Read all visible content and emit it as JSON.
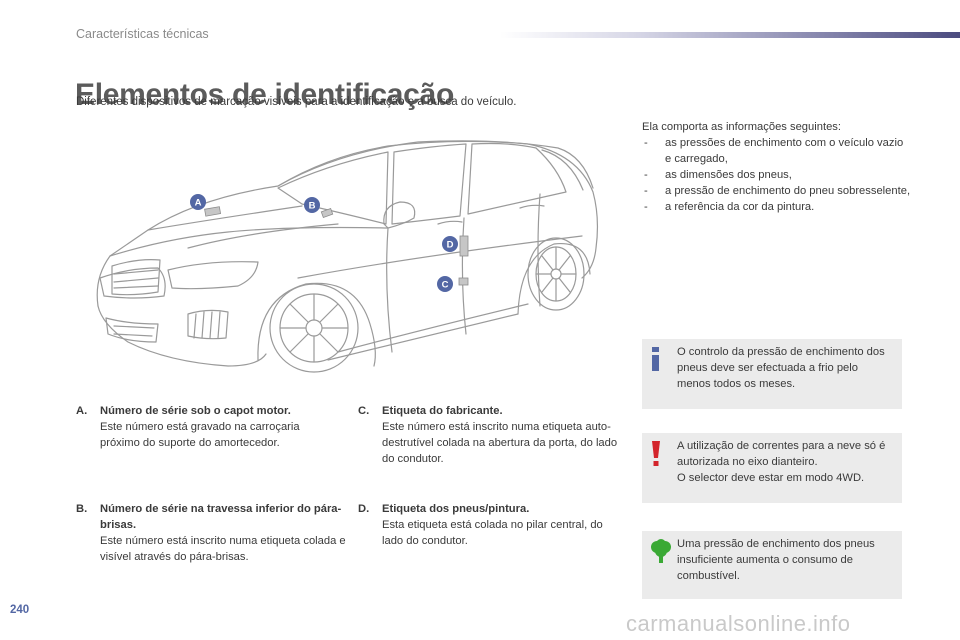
{
  "header": {
    "section": "Características técnicas"
  },
  "title": "Elementos de identificação",
  "subtitle": "Diferentes dispositivos de marcação visíveis para a identificação e a busca do veículo.",
  "figure": {
    "markers": [
      "A",
      "B",
      "C",
      "D"
    ]
  },
  "intro": {
    "lead": "Ela comporta as informações seguintes:",
    "items": [
      "as pressões de enchimento com o veículo vazio e carregado,",
      "as dimensões dos pneus,",
      "a pressão de enchimento do pneu sobresselente,",
      "a referência da cor da pintura."
    ]
  },
  "items": [
    {
      "letter": "A.",
      "title": "Número de série sob o capot motor.",
      "body": "Este número está gravado na carroçaria próximo do suporte do amortecedor."
    },
    {
      "letter": "B.",
      "title": "Número de série na travessa inferior do pára-brisas.",
      "body": "Este número está inscrito numa etiqueta colada e visível através do pára-brisas."
    },
    {
      "letter": "C.",
      "title": "Etiqueta do fabricante.",
      "body": "Este número está inscrito numa etiqueta auto-destrutível colada na abertura da porta, do lado do condutor."
    },
    {
      "letter": "D.",
      "title": "Etiqueta dos pneus/pintura.",
      "body": "Esta etiqueta está colada no pilar central, do lado do condutor."
    }
  ],
  "notes": {
    "info": "O controlo da pressão de enchimento dos pneus deve ser efectuada a frio pelo menos todos os meses.",
    "warning_line1": "A utilização de correntes para a neve só é autorizada no eixo dianteiro.",
    "warning_line2": "O selector deve estar em modo 4WD.",
    "eco": "Uma pressão de enchimento dos pneus insuficiente aumenta o consumo de combustível."
  },
  "colors": {
    "accent": "#5367a4",
    "warning": "#d3242b",
    "eco": "#3aa935",
    "note_bg": "#ebebeb"
  },
  "icons": {
    "info": "info-icon",
    "warning": "exclamation-icon",
    "eco": "tree-icon"
  },
  "page_number": "240",
  "watermark": "carmanualsonline.info"
}
